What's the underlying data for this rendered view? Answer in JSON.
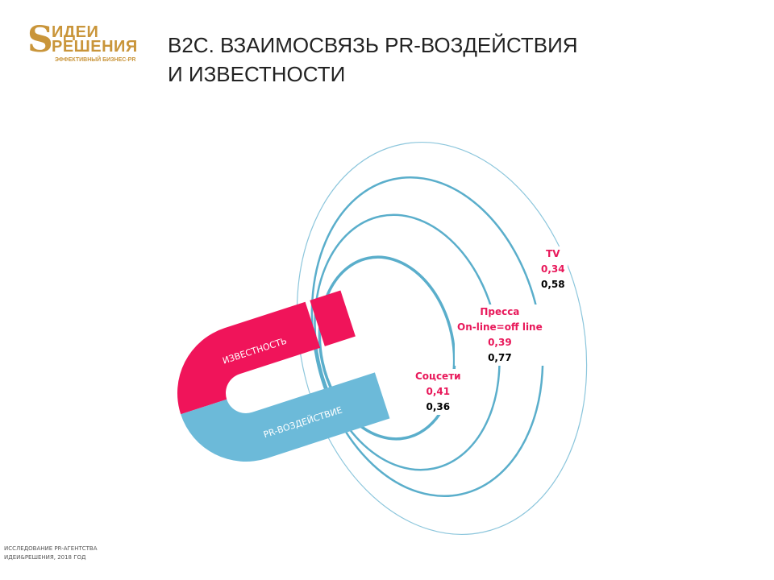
{
  "logo": {
    "line1": "ИДЕИ",
    "line2": "РЕШЕНИЯ",
    "tagline": "ЭФФЕКТИВНЫЙ БИЗНЕС-PR"
  },
  "title": {
    "line1": "B2C. ВЗАИМОСВЯЗЬ PR-ВОЗДЕЙСТВИЯ",
    "line2": "И ИЗВЕСТНОСТИ"
  },
  "magnet": {
    "top_label": "ИЗВЕСТНОСТЬ",
    "bottom_label": "PR-ВОЗДЕЙСТВИЕ",
    "top_color": "#f0145a",
    "bottom_color": "#6cbad9"
  },
  "channels": [
    {
      "name": "Соцсети",
      "value_awareness": "0,41",
      "value_pr": "0,36"
    },
    {
      "name": "Пресса",
      "subname": "On-line=off line",
      "value_awareness": "0,39",
      "value_pr": "0,77"
    },
    {
      "name": "TV",
      "value_awareness": "0,34",
      "value_pr": "0,58"
    }
  ],
  "footer": {
    "line1": "ИССЛЕДОВАНИЕ PR-АГЕНТСТВА",
    "line2": "ИДЕИ&РЕШЕНИЯ, 2018 ГОД"
  }
}
